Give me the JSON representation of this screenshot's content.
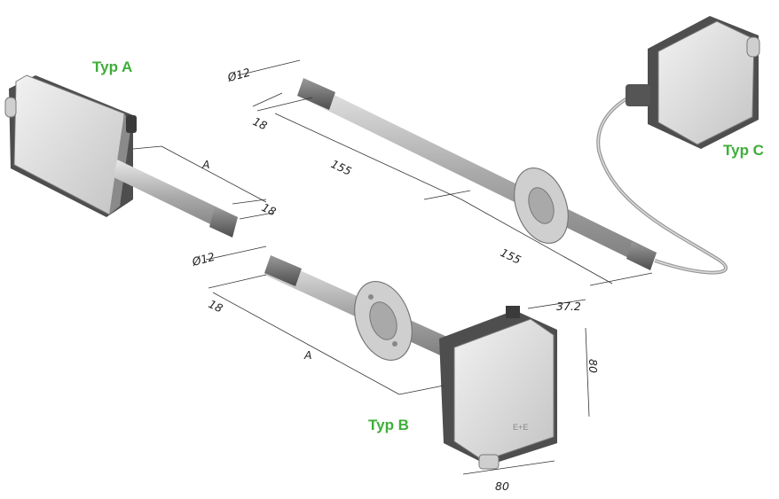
{
  "labels": {
    "type_a": "Typ A",
    "type_b": "Typ B",
    "type_c": "Typ C"
  },
  "dimensions": {
    "dia_top": "Ø12",
    "dia_mid": "Ø12",
    "len_18_top": "18",
    "len_18_a": "18",
    "len_18_b": "18",
    "len_155_a": "155",
    "len_155_b": "155",
    "len_a_top": "A",
    "len_a_bottom": "A",
    "depth": "37.2",
    "height": "80",
    "width": "80"
  },
  "colors": {
    "label_green": "#3fae3a",
    "housing": "#d9d9d9",
    "housing_dark": "#5a5a5a",
    "probe": "#b8b8b8"
  }
}
